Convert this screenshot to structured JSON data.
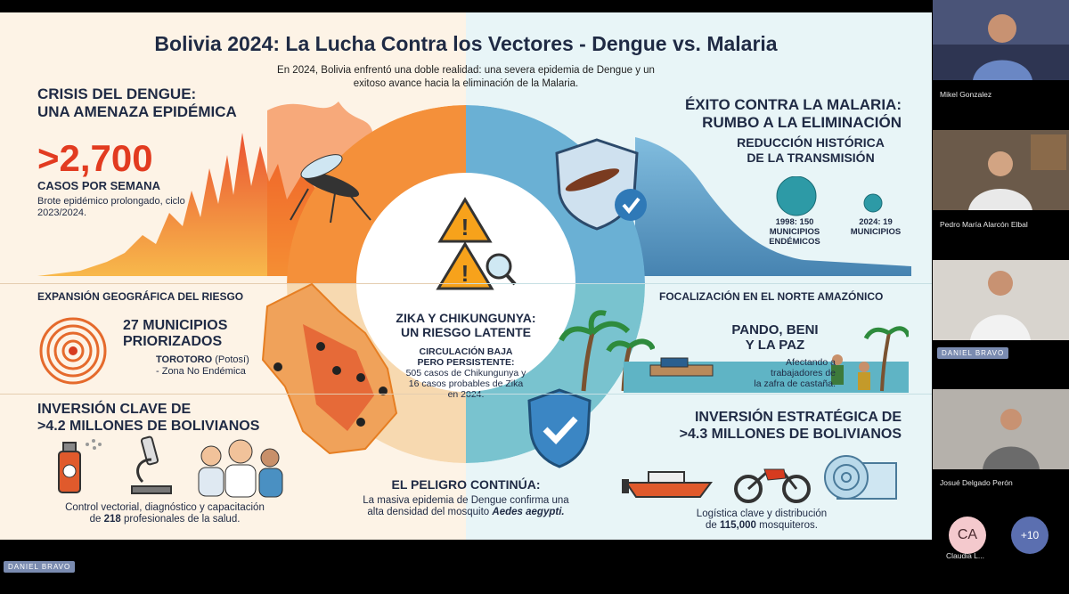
{
  "slide": {
    "title": "Bolivia 2024: La Lucha Contra los Vectores - Dengue vs. Malaria",
    "subtitle": "En 2024, Bolivia enfrentó una doble realidad: una severa epidemia de Dengue y un exitoso avance hacia la eliminación de la Malaria.",
    "dengue": {
      "header_line1": "CRISIS DEL DENGUE:",
      "header_line2": "UNA AMENAZA EPIDÉMICA",
      "big_number": ">2,700",
      "big_label": "CASOS POR SEMANA",
      "note": "Brote epidémico prolongado, ciclo 2023/2024.",
      "geo_header": "EXPANSIÓN GEOGRÁFICA DEL RIESGO",
      "municipios": "27 MUNICIPIOS",
      "priorizados": "PRIORIZADOS",
      "torotoro_bold": "TOROTORO",
      "torotoro_rest": "(Potosí)",
      "torotoro_line2": "- Zona No Endémica",
      "inv_line1": "INVERSIÓN CLAVE DE",
      "inv_line2": ">4.2 MILLONES DE BOLIVIANOS",
      "inv_caption_line1": "Control vectorial, diagnóstico y capacitación",
      "inv_caption_pre": "de",
      "inv_caption_bold": "218",
      "inv_caption_post": "profesionales de la salud."
    },
    "center": {
      "zika_line1": "ZIKA Y CHIKUNGUNYA:",
      "zika_line2": "UN RIESGO LATENTE",
      "circ_line1": "CIRCULACIÓN BAJA",
      "circ_line2": "PERO PERSISTENTE:",
      "circ_detail1": "505 casos de Chikungunya y",
      "circ_detail2": "16 casos probables de Zika",
      "circ_detail3": "en 2024.",
      "peligro_header": "EL PELIGRO CONTINÚA:",
      "peligro_line1": "La masiva epidemia de Dengue confirma una",
      "peligro_line2_pre": "alta densidad del mosquito",
      "peligro_line2_bold": "Aedes aegypti."
    },
    "malaria": {
      "header_line1": "ÉXITO CONTRA LA MALARIA:",
      "header_line2": "RUMBO A LA ELIMINACIÓN",
      "reduccion_line1": "REDUCCIÓN HISTÓRICA",
      "reduccion_line2": "DE LA TRANSMISIÓN",
      "y1998_line1": "1998: 150",
      "y1998_line2": "MUNICIPIOS",
      "y1998_line3": "ENDÉMICOS",
      "y2024_line1": "2024: 19",
      "y2024_line2": "MUNICIPIOS",
      "focal_header": "FOCALIZACIÓN EN EL NORTE AMAZÓNICO",
      "depts_line1": "PANDO, BENI",
      "depts_line2": "Y LA PAZ",
      "afectando_line1": "Afectando a",
      "afectando_line2": "trabajadores de",
      "afectando_line3": "la zafra de castaña.",
      "inv_line1": "INVERSIÓN ESTRATÉGICA DE",
      "inv_line2": ">4.3 MILLONES DE BOLIVIANOS",
      "inv_caption_line1": "Logística clave y distribución",
      "inv_caption_pre": "de",
      "inv_caption_bold": "115,000",
      "inv_caption_post": "mosquiteros."
    }
  },
  "participants": [
    {
      "name": "Mikel Gonzalez"
    },
    {
      "name": "Pedro María Alarcón Elbal"
    },
    {
      "name": "DANIEL BRAVO"
    },
    {
      "name": "Josué Delgado Perón"
    }
  ],
  "avatar": {
    "initials": "CA",
    "name": "Claudia L..."
  },
  "more_count": "+10",
  "presenter_label": "DANIEL BRAVO"
}
